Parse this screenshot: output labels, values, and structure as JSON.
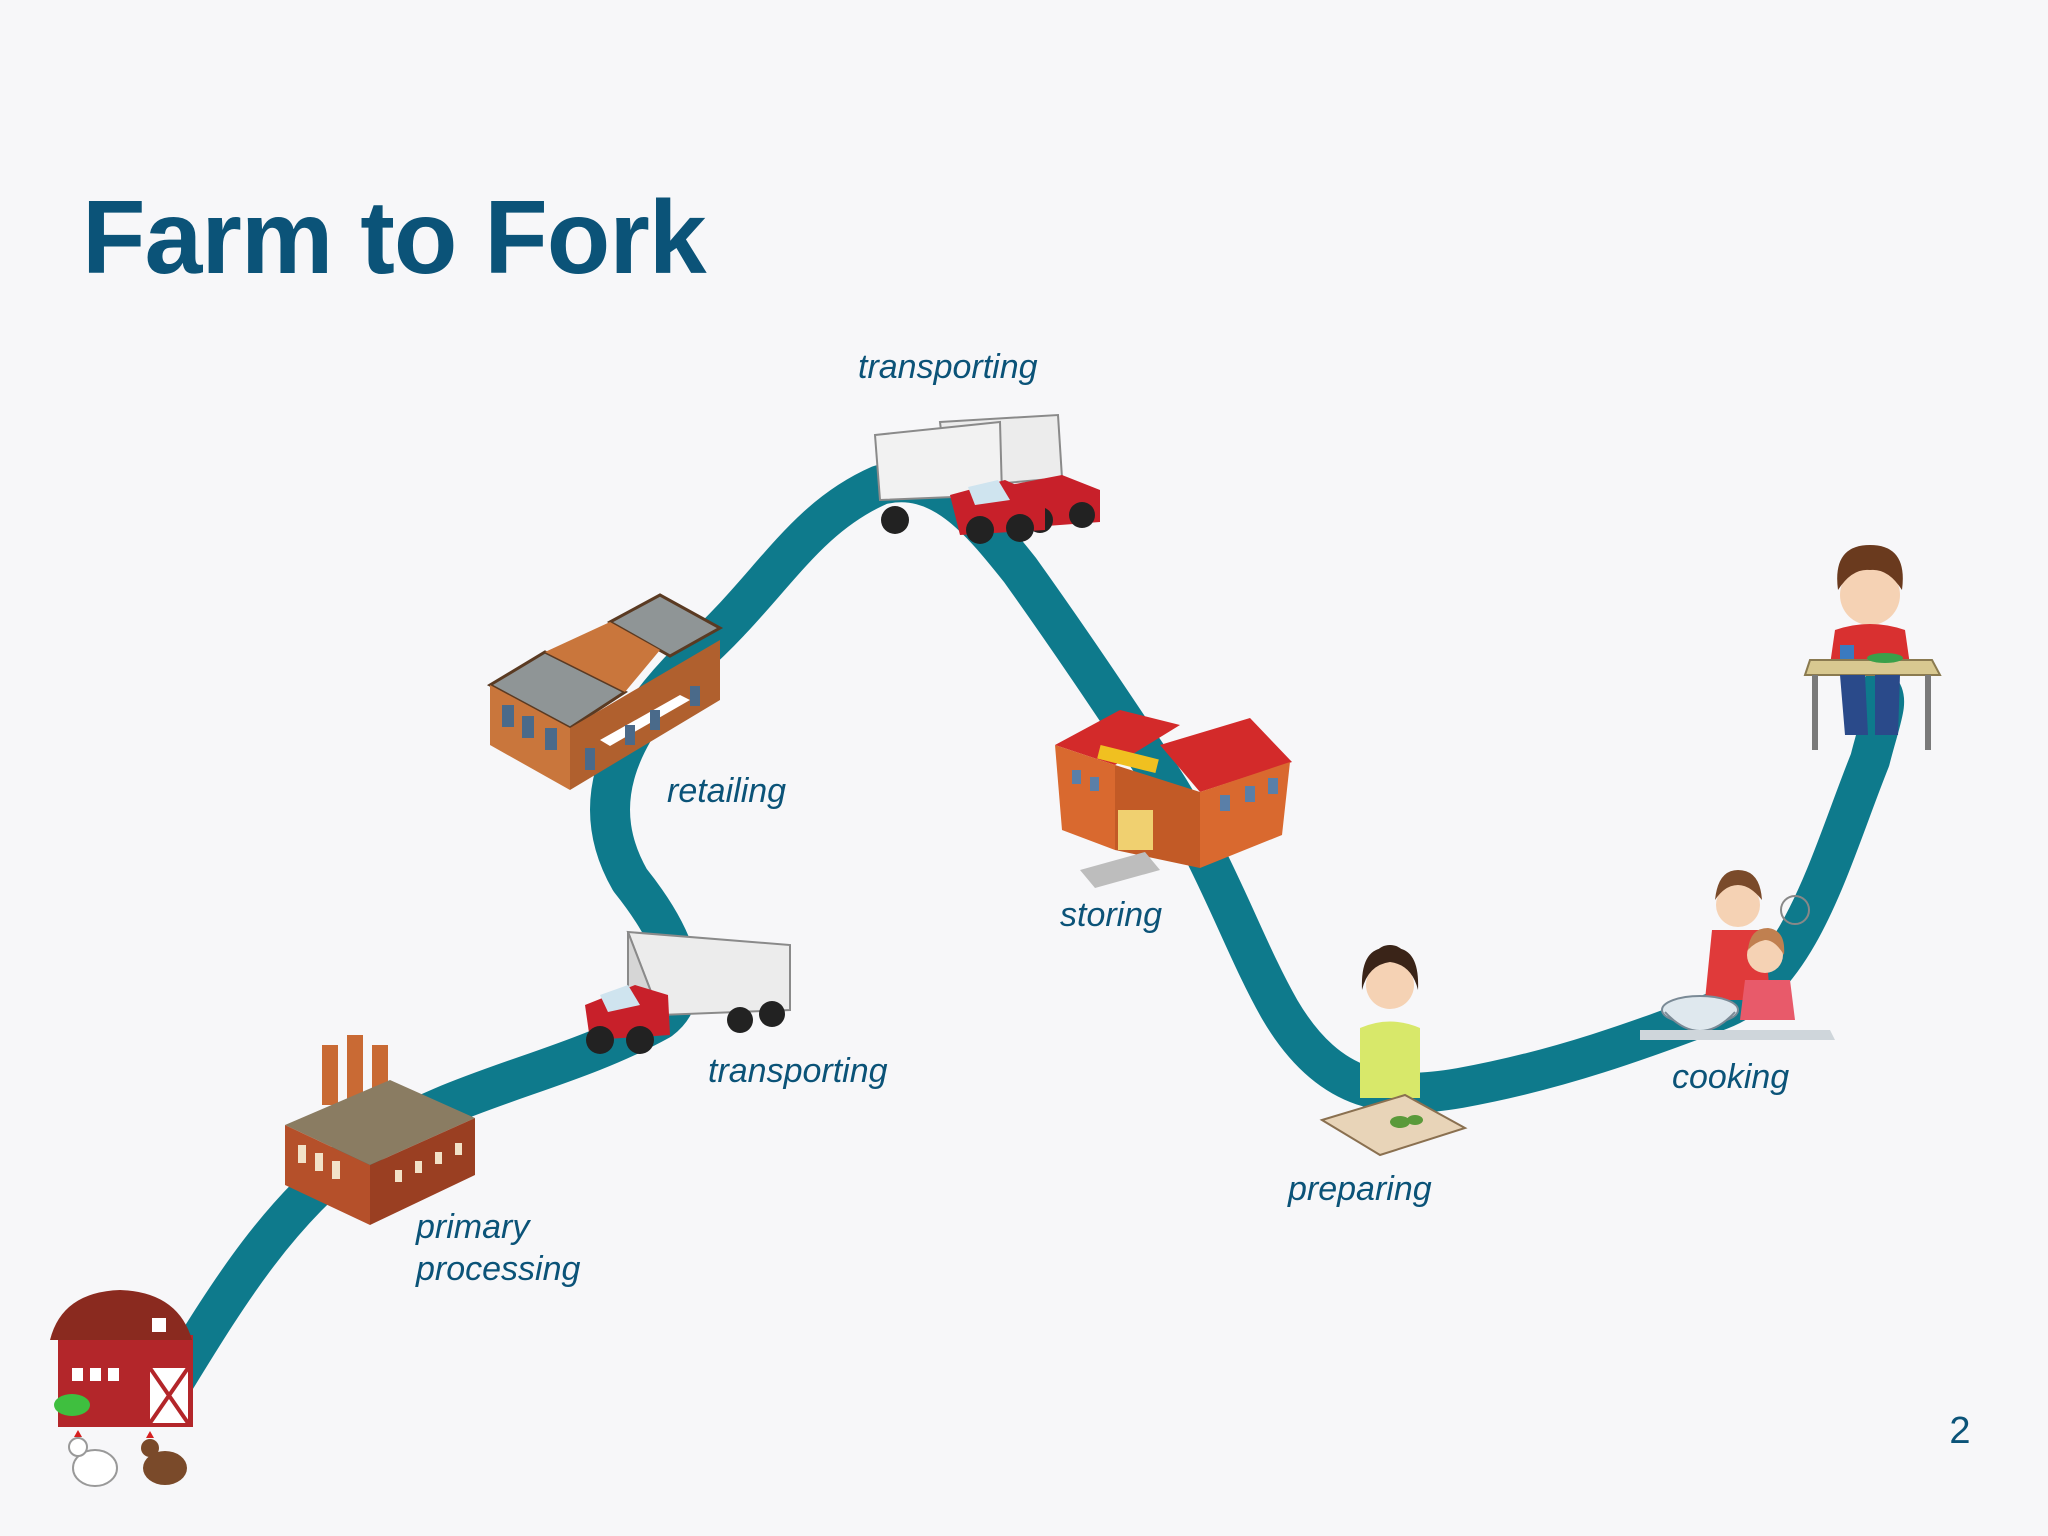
{
  "slide": {
    "title": "Farm to Fork",
    "page_number": "2"
  },
  "colors": {
    "title": "#0b5378",
    "path": "#0e7a8c",
    "label": "#0b5378",
    "background": "#f7f7f9",
    "barn_red": "#b3262a",
    "factory_brick": "#b5502a",
    "truck_red": "#c8202a",
    "store_brick": "#c9763c",
    "school_roof": "#d32a2a",
    "school_brick": "#d9692f"
  },
  "stages": [
    {
      "id": "farm",
      "label": "",
      "icon": "barn-icon"
    },
    {
      "id": "primary-processing",
      "label_line1": "primary",
      "label_line2": "processing",
      "icon": "factory-icon"
    },
    {
      "id": "transporting-1",
      "label": "transporting",
      "icon": "truck-icon"
    },
    {
      "id": "retailing",
      "label": "retailing",
      "icon": "store-icon"
    },
    {
      "id": "transporting-2",
      "label": "transporting",
      "icon": "trucks-icon"
    },
    {
      "id": "storing",
      "label": "storing",
      "icon": "school-icon"
    },
    {
      "id": "preparing",
      "label": "preparing",
      "icon": "woman-chopping-icon"
    },
    {
      "id": "cooking",
      "label": "cooking",
      "icon": "cooks-icon"
    },
    {
      "id": "eating",
      "label": "",
      "icon": "boy-eating-icon"
    }
  ]
}
